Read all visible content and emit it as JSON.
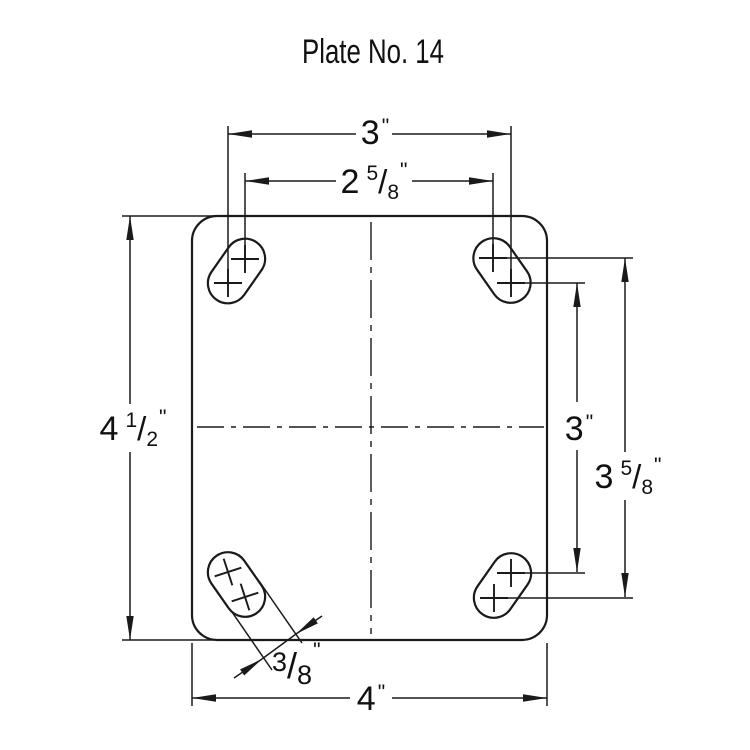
{
  "title": "Plate No. 14",
  "colors": {
    "ink": "#1a1a1a",
    "background": "#ffffff"
  },
  "dimensions": {
    "top_outer": {
      "whole": "3",
      "unit": "\"",
      "value_inches": 3
    },
    "top_inner": {
      "whole": "2",
      "num": "5",
      "slash": "/",
      "den": "8",
      "unit": "\"",
      "value_inches": 2.625
    },
    "left_height": {
      "whole": "4",
      "num": "1",
      "slash": "/",
      "den": "2",
      "unit": "\"",
      "value_inches": 4.5
    },
    "right_inner": {
      "whole": "3",
      "unit": "\"",
      "value_inches": 3
    },
    "right_outer": {
      "whole": "3",
      "num": "5",
      "slash": "/",
      "den": "8",
      "unit": "\"",
      "value_inches": 3.625
    },
    "slot_width": {
      "num": "3",
      "slash": "/",
      "den": "8",
      "unit": "\"",
      "value_inches": 0.375
    },
    "bottom_width": {
      "whole": "4",
      "unit": "\"",
      "value_inches": 4
    }
  }
}
